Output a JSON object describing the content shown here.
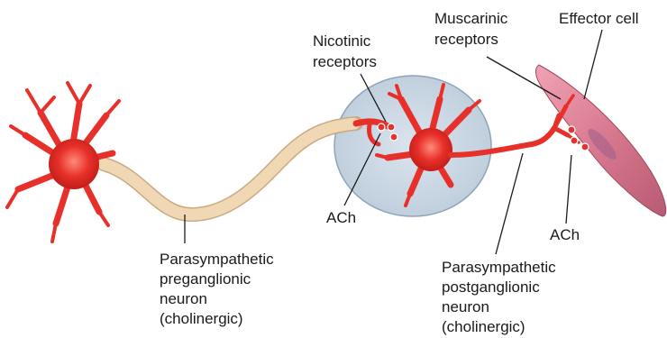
{
  "labels": {
    "nicotinic": [
      "Nicotinic",
      "receptors"
    ],
    "muscarinic": [
      "Muscarinic",
      "receptors"
    ],
    "effector": "Effector cell",
    "ach_left": "ACh",
    "ach_right": "ACh",
    "pre": [
      "Parasympathetic",
      "preganglionic",
      "neuron",
      "(cholinergic)"
    ],
    "post": [
      "Parasympathetic",
      "postganglionic",
      "neuron",
      "(cholinergic)"
    ]
  },
  "colors": {
    "neuron": "#e8302a",
    "neuron_dark": "#c21d18",
    "myelin": "#f1d8b5",
    "myelin_edge": "#c9aa82",
    "ganglion": "#c9d6e3",
    "ganglion_edge": "#8fa3b8",
    "effector": "#d9798f",
    "vesicle": "#e0342e",
    "leader": "#1a1a1a"
  }
}
